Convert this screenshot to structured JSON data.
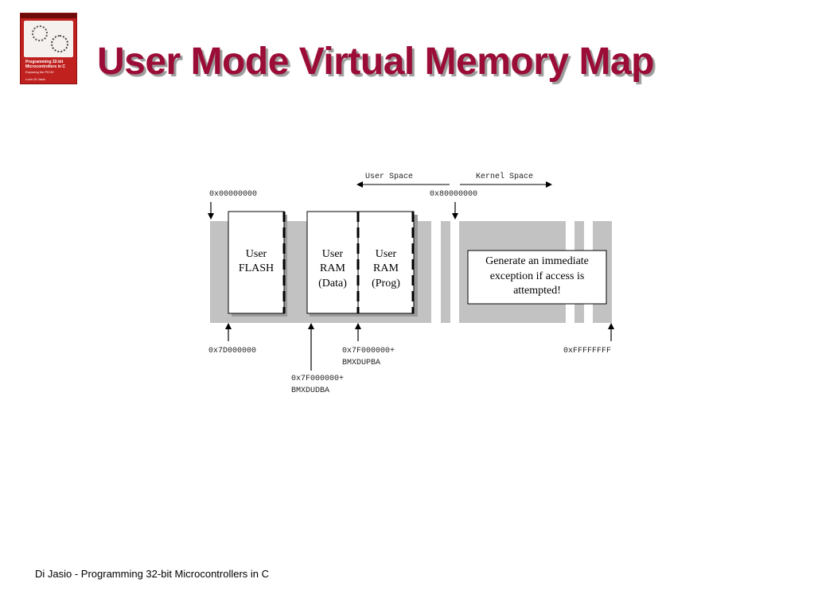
{
  "title": "User Mode Virtual Memory Map",
  "footer": "Di Jasio - Programming 32-bit Microcontrollers in C",
  "book_cover": {
    "title": "Programming 32-bit Microcontrollers in C",
    "subtitle": "Exploring the PIC32",
    "author": "Lucio Di Jasio"
  },
  "diagram": {
    "user_space_label": "User Space",
    "kernel_space_label": "Kernel Space",
    "top_addr_left": "0x00000000",
    "top_addr_mid": "0x80000000",
    "user_flash": [
      "User",
      "FLASH"
    ],
    "user_ram_data": [
      "User",
      "RAM",
      "(Data)"
    ],
    "user_ram_prog": [
      "User",
      "RAM",
      "(Prog)"
    ],
    "exception_box": [
      "Generate an immediate",
      "exception if access is",
      "attempted!"
    ],
    "addr_flash": "0x7D000000",
    "addr_prog": [
      "0x7F000000+",
      "BMXDUPBA"
    ],
    "addr_data": [
      "0x7F000000+",
      "BMXDUDBA"
    ],
    "addr_end": "0xFFFFFFFF"
  }
}
